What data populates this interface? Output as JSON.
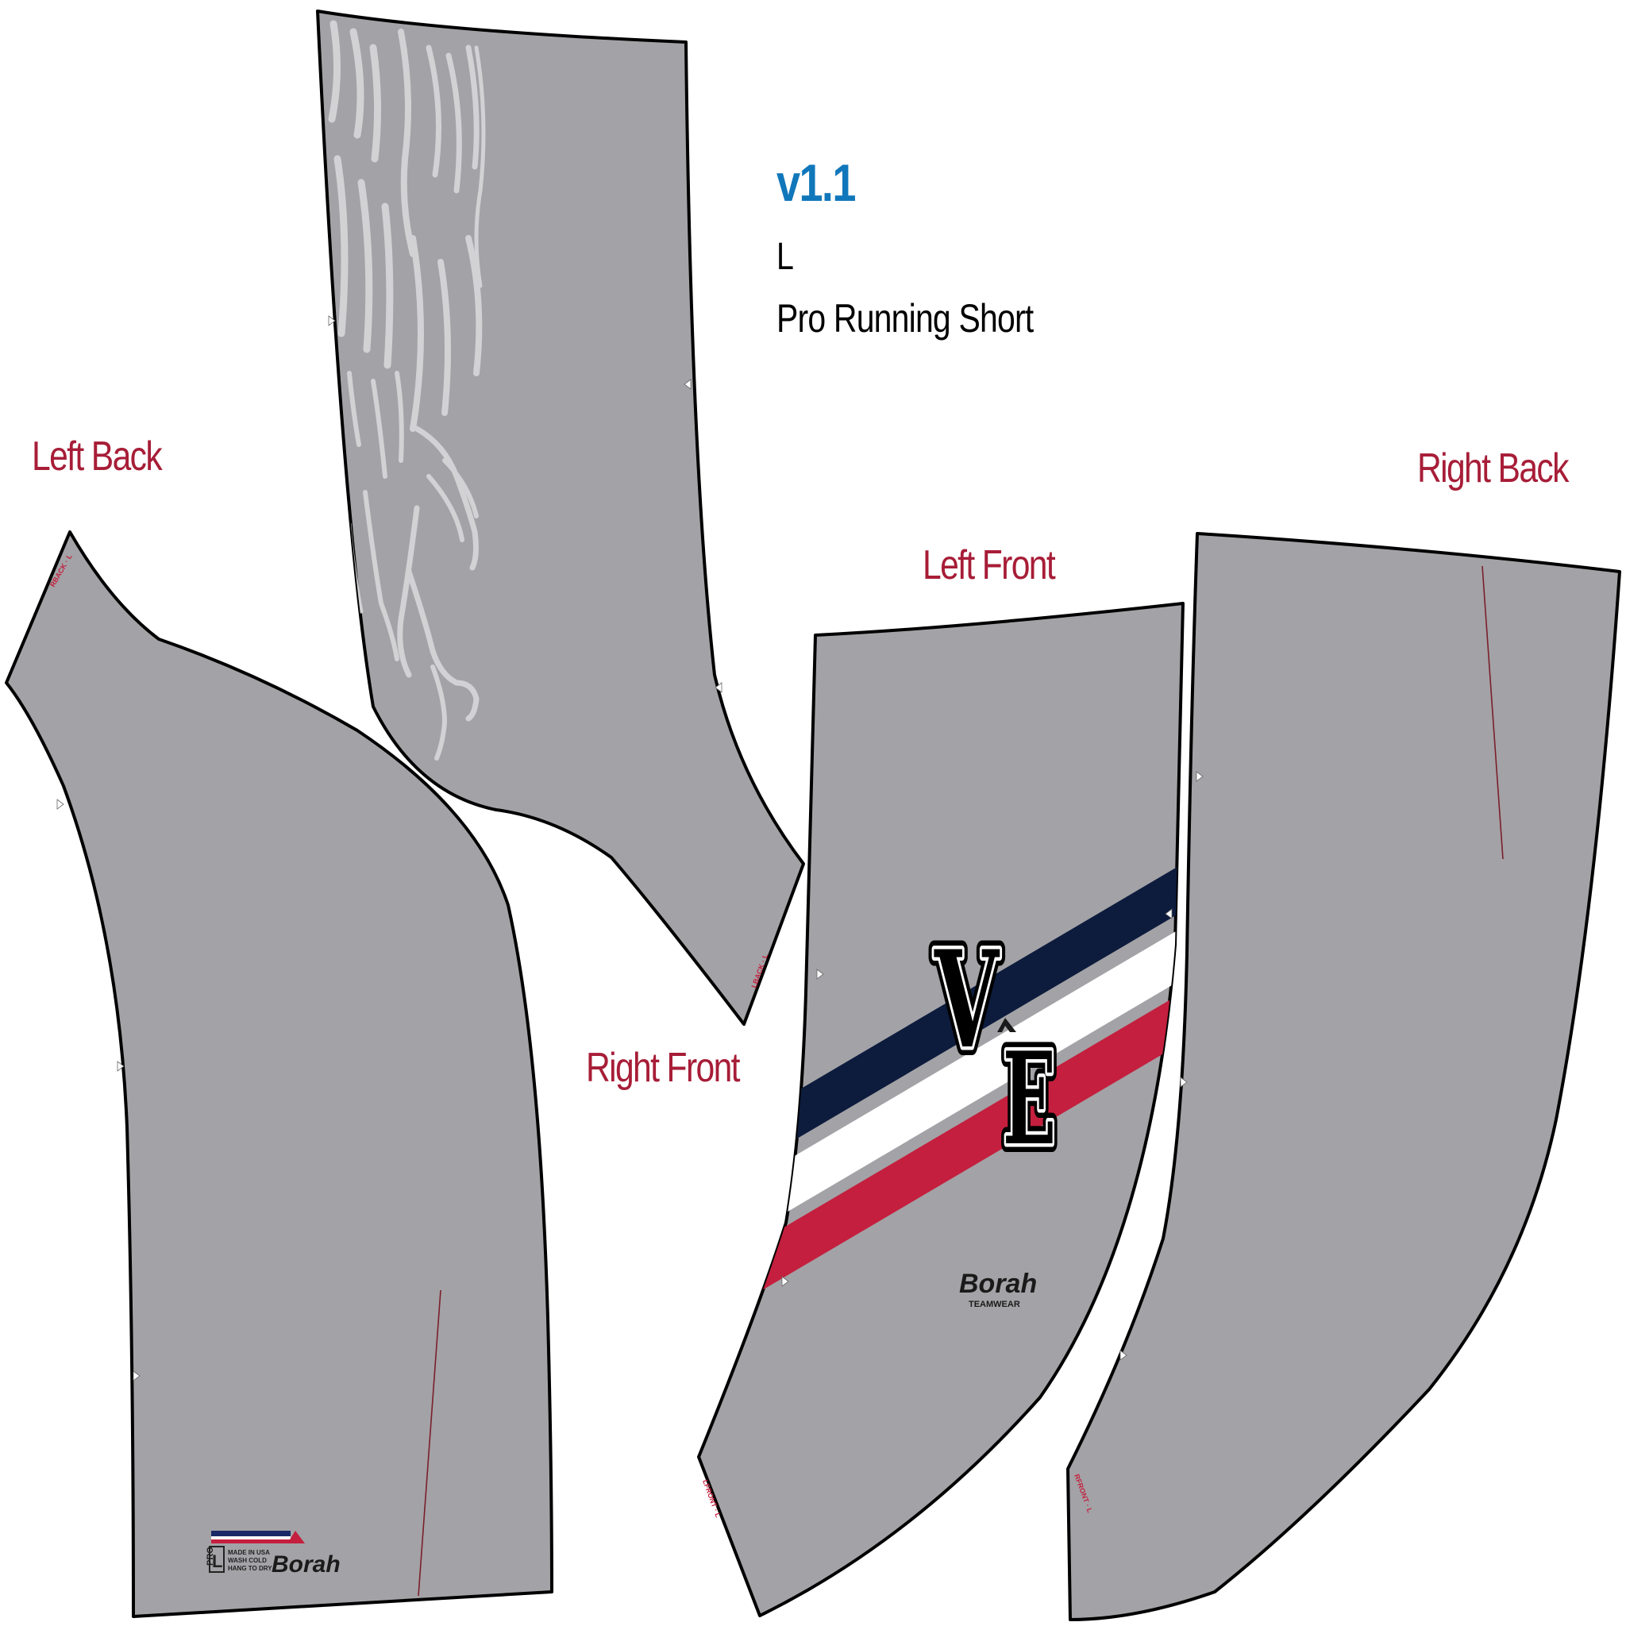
{
  "spec": {
    "version": "v1.1",
    "size": "L",
    "product": "Pro Running Short"
  },
  "panels": {
    "left_back": "Left Back",
    "right_back": "Right Back",
    "left_front": "Left Front",
    "right_front": "Right Front"
  },
  "graphics": {
    "letter_1": "V",
    "letter_2": "E",
    "brand_logo": "Borah",
    "brand_sub": "TEAMWEAR",
    "care_tag": {
      "fit": "PRO",
      "size": "L",
      "line1": "MADE IN USA",
      "line2": "WASH COLD",
      "line3": "HANG TO DRY",
      "brand": "Borah"
    }
  },
  "colors": {
    "fabric": "#a3a2a6",
    "stripe_navy": "#0d1c3d",
    "stripe_white": "#ffffff",
    "stripe_red": "#c41f3e",
    "label_red": "#a71d37",
    "version_blue": "#1177bb",
    "eagle_art": "#d2d2d4"
  }
}
